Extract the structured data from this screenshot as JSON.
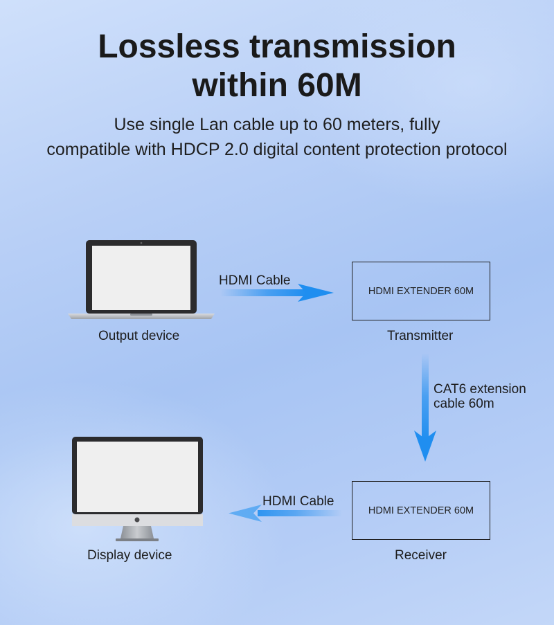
{
  "header": {
    "title_line1": "Lossless transmission",
    "title_line2": "within 60M",
    "subtitle_line1": "Use single Lan cable up to 60 meters, fully",
    "subtitle_line2": "compatible with HDCP 2.0 digital content protection protocol"
  },
  "diagram": {
    "output_device_label": "Output device",
    "display_device_label": "Display device",
    "transmitter": {
      "box_text": "HDMI EXTENDER 60M",
      "label": "Transmitter"
    },
    "receiver": {
      "box_text": "HDMI EXTENDER 60M",
      "label": "Receiver"
    },
    "hdmi_cable_top_label": "HDMI Cable",
    "hdmi_cable_bottom_label": "HDMI Cable",
    "cat6_line1": "CAT6 extension",
    "cat6_line2": "cable 60m"
  },
  "colors": {
    "arrow": "#1f8ef0",
    "text": "#1c1c1c"
  }
}
